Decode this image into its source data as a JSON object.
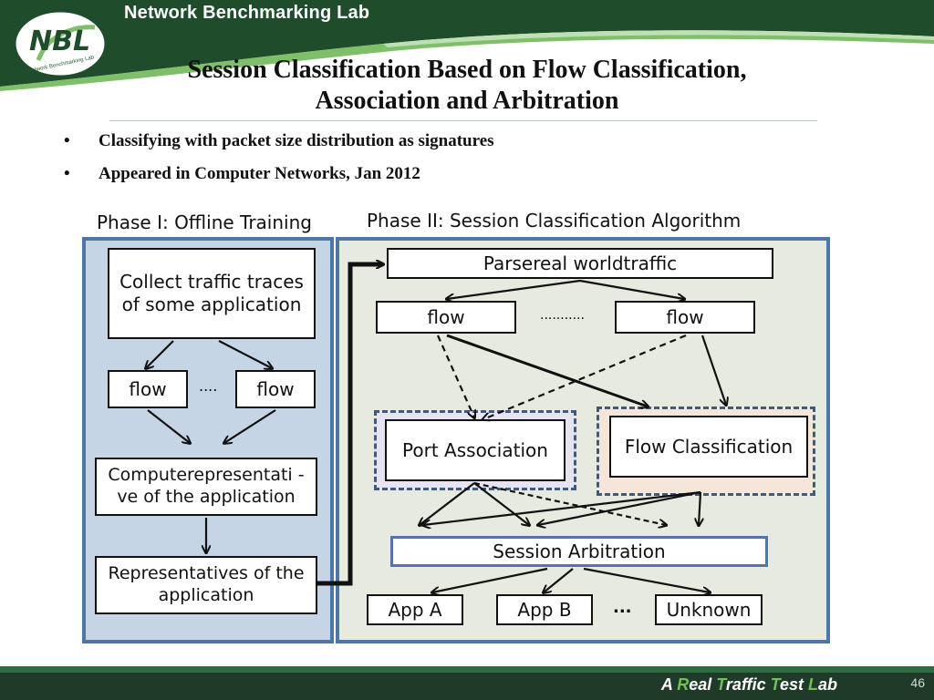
{
  "header": {
    "lab_name": "Network Benchmarking Lab",
    "logo_text": "Network Benchmarking Lab",
    "logo_mark": "NBL",
    "brand_colors": {
      "dark_green": "#1f4d2b",
      "mid_green": "#2e6b3f",
      "light_green": "#7fbf6a"
    }
  },
  "slide": {
    "title_line1": "Session Classification Based on Flow Classification,",
    "title_line2": "Association and Arbitration",
    "bullets": [
      "Classifying with packet size distribution as signatures",
      "Appeared in Computer Networks, Jan 2012"
    ],
    "bullet_glyph": "•"
  },
  "figure": {
    "phase1": {
      "label": "Phase I: Offline Training",
      "collect": "Collect traffic traces of some application",
      "flow_a": "flow",
      "flow_b": "flow",
      "ellipsis": "....",
      "compute": "Computerepresentati -ve of the application",
      "representatives": "Representatives of the application"
    },
    "phase2": {
      "label": "Phase II: Session Classification Algorithm",
      "parse": "Parsereal worldtraffic",
      "flow_a": "flow",
      "flow_b": "flow",
      "ellipsis": "...........",
      "port_association": "Port Association",
      "flow_classification": "Flow Classification",
      "session_arbitration": "Session Arbitration",
      "app_a": "App A",
      "app_b": "App B",
      "app_ellipsis": "...",
      "unknown": "Unknown"
    }
  },
  "footer": {
    "tagline_parts": [
      "A ",
      "R",
      "eal ",
      "T",
      "raffic ",
      "T",
      "est ",
      "L",
      "ab"
    ],
    "page_number": "46"
  }
}
